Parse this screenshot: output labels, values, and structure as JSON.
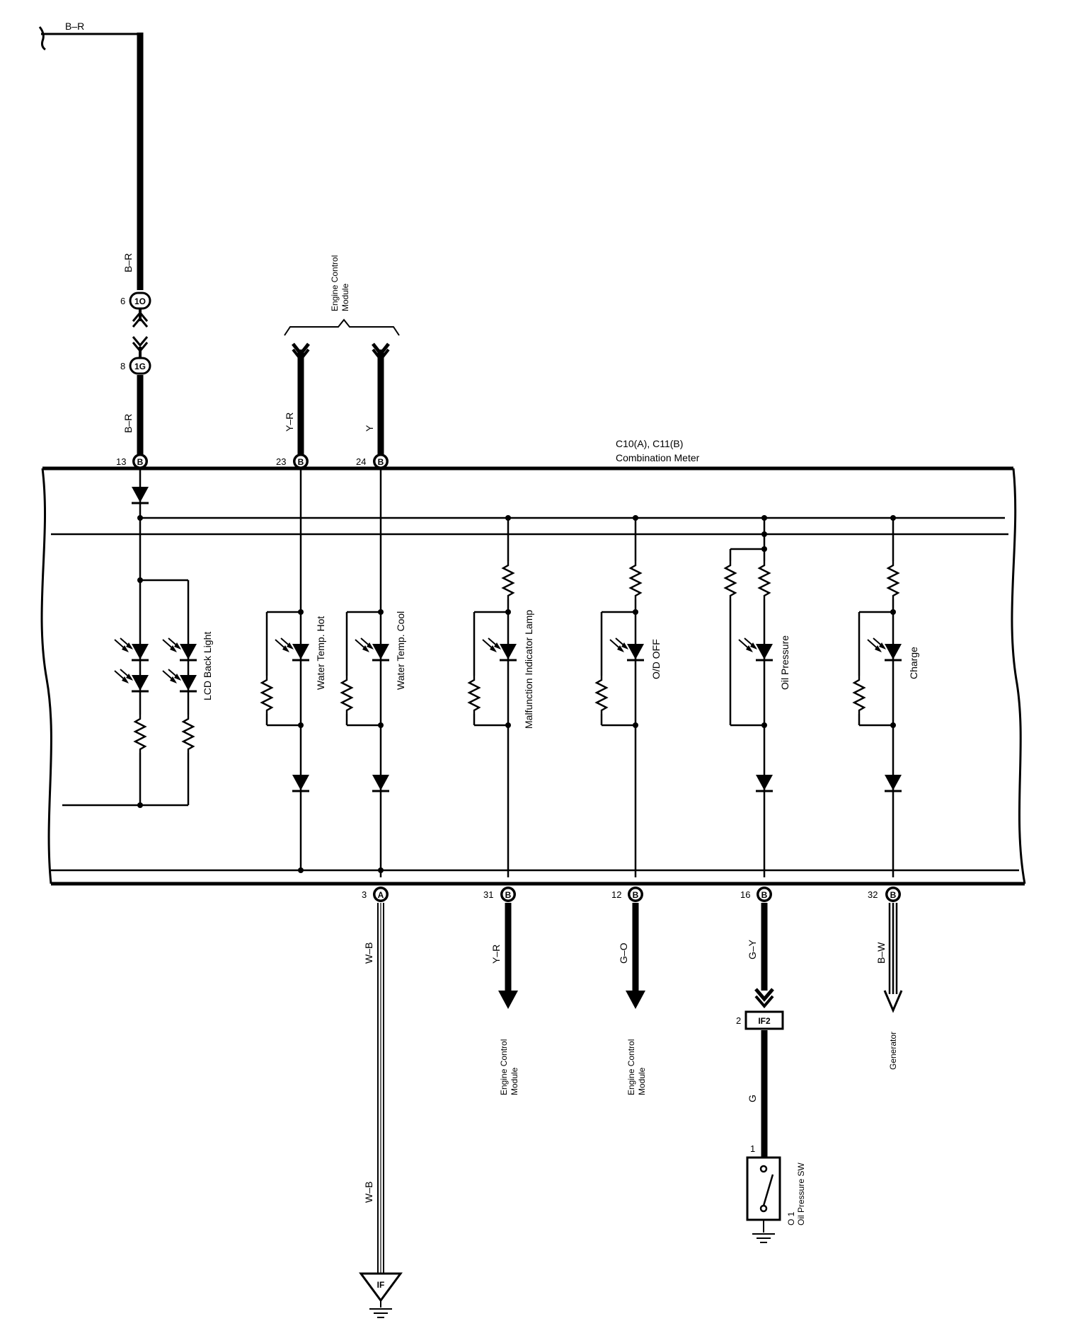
{
  "meter": {
    "connector": "C10(A), C11(B)",
    "name": "Combination Meter"
  },
  "wires": {
    "top_br": "B–R",
    "br_1": "B–R",
    "br_2": "B–R",
    "yr_top": "Y–R",
    "y_top": "Y",
    "wb_1": "W–B",
    "wb_2": "W–B",
    "yr_bottom": "Y–R",
    "go": "G–O",
    "gy": "G–Y",
    "g": "G",
    "bw": "B–W"
  },
  "junctions": {
    "j1": {
      "pin": "6",
      "code": "1O"
    },
    "j2": {
      "pin": "8",
      "code": "1G"
    },
    "if2": {
      "pin": "2",
      "code": "IF2"
    },
    "ground": "IF"
  },
  "pins_top": [
    {
      "pin": "13",
      "conn": "B"
    },
    {
      "pin": "23",
      "conn": "B"
    },
    {
      "pin": "24",
      "conn": "B"
    }
  ],
  "pins_bottom": [
    {
      "pin": "3",
      "conn": "A"
    },
    {
      "pin": "31",
      "conn": "B"
    },
    {
      "pin": "12",
      "conn": "B"
    },
    {
      "pin": "16",
      "conn": "B"
    },
    {
      "pin": "32",
      "conn": "B"
    }
  ],
  "lamps": {
    "lcd": "LCD Back Light",
    "hot": "Water Temp.  Hot",
    "cool": "Water Temp.  Cool",
    "mil": "Malfunction Indicator Lamp",
    "od": "O/D OFF",
    "oil": "Oil Pressure",
    "charge": "Charge"
  },
  "ecm_top": {
    "line1": "Engine Control",
    "line2": "Module"
  },
  "ecm_31": {
    "line1": "Engine Control",
    "line2": "Module"
  },
  "ecm_12": {
    "line1": "Engine Control",
    "line2": "Module"
  },
  "generator": "Generator",
  "oil_switch": {
    "pin": "1",
    "code": "O 1",
    "name": "Oil Pressure SW"
  },
  "colors": {
    "ink": "#000000",
    "paper": "#ffffff"
  }
}
